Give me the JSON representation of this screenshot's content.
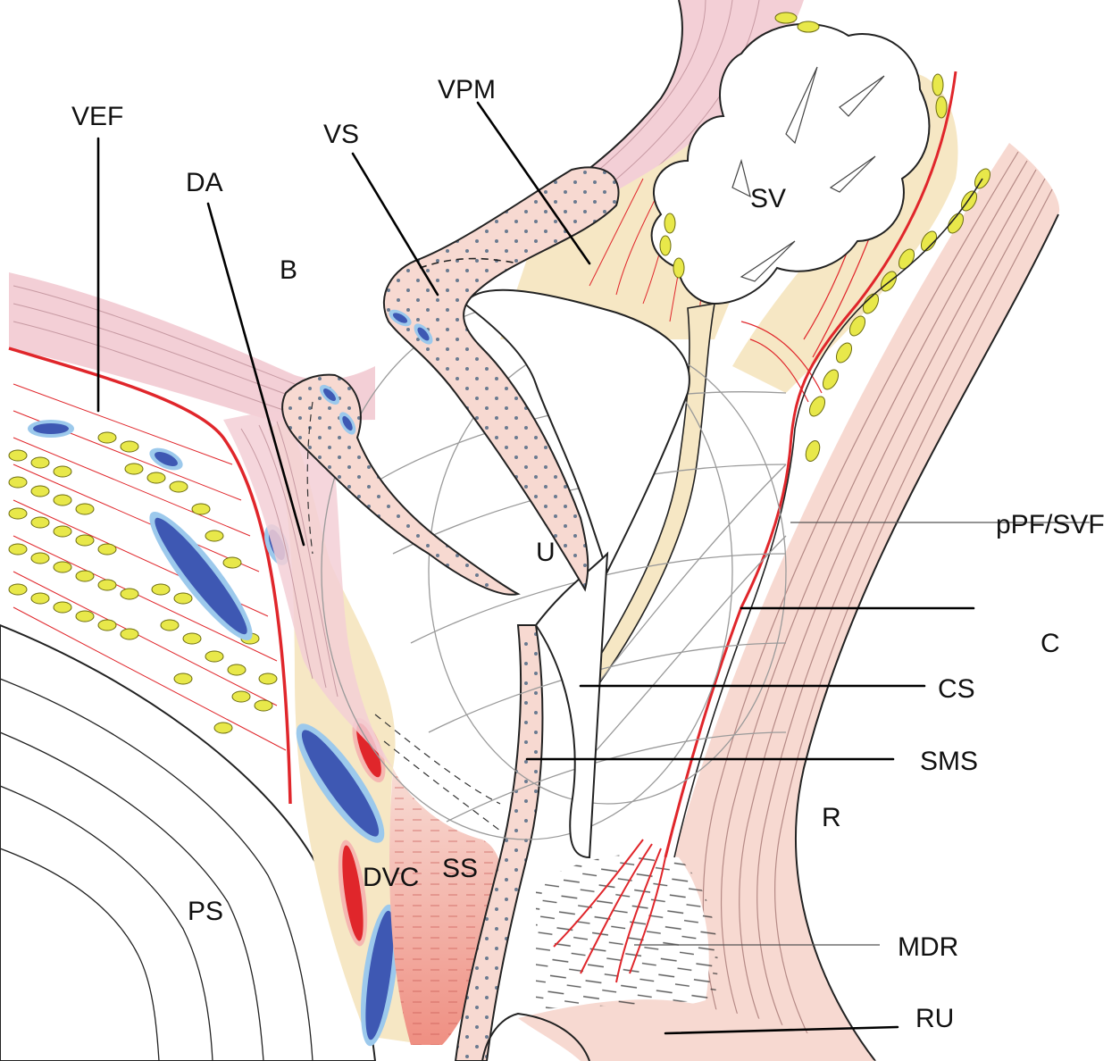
{
  "diagram": {
    "labels": {
      "VEF": "VEF",
      "DA": "DA",
      "B": "B",
      "VS": "VS",
      "VPM": "VPM",
      "SV": "SV",
      "U": "U",
      "pPF_SVF": "pPF/SVF",
      "C": "C",
      "CS": "CS",
      "SMS": "SMS",
      "R": "R",
      "DVC": "DVC",
      "SS": "SS",
      "PS": "PS",
      "MDR": "MDR",
      "RU": "RU"
    },
    "colors": {
      "pink_tissue": "#f3cfd6",
      "salmon_tissue": "#f6d6cf",
      "cream_fat": "#f6e7c4",
      "yellow_fat": "#e8e84a",
      "vein_blue": "#3e58b3",
      "vein_halo": "#9cc9ec",
      "artery_red": "#e0262b",
      "fascia_red": "#d7191f"
    }
  }
}
